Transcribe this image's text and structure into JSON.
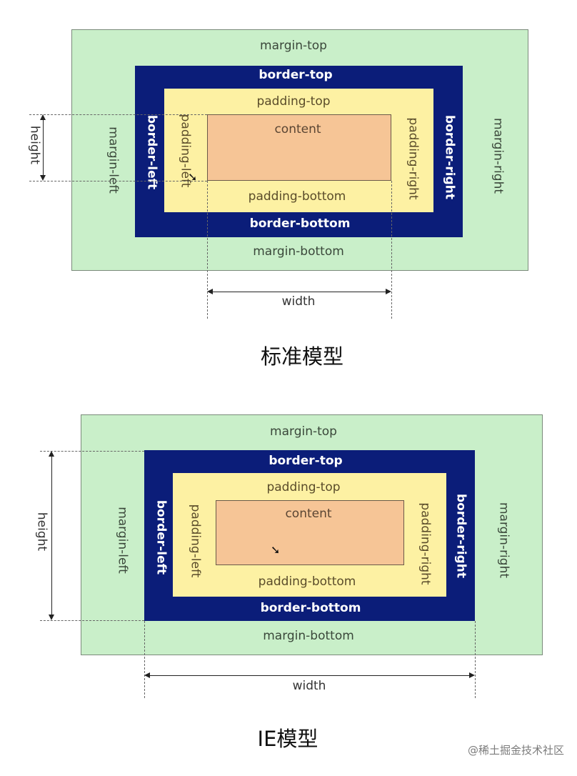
{
  "diagrams": [
    {
      "labels": {
        "margin_top": "margin-top",
        "margin_bottom": "margin-bottom",
        "margin_left": "margin-left",
        "margin_right": "margin-right",
        "border_top": "border-top",
        "border_bottom": "border-bottom",
        "border_left": "border-left",
        "border_right": "border-right",
        "padding_top": "padding-top",
        "padding_bottom": "padding-bottom",
        "padding_left": "padding-left",
        "padding_right": "padding-right",
        "content": "content",
        "height": "height",
        "width": "width"
      },
      "caption": "标准模型"
    },
    {
      "labels": {
        "margin_top": "margin-top",
        "margin_bottom": "margin-bottom",
        "margin_left": "margin-left",
        "margin_right": "margin-right",
        "border_top": "border-top",
        "border_bottom": "border-bottom",
        "border_left": "border-left",
        "border_right": "border-right",
        "padding_top": "padding-top",
        "padding_bottom": "padding-bottom",
        "padding_left": "padding-left",
        "padding_right": "padding-right",
        "content": "content",
        "height": "height",
        "width": "width"
      },
      "caption": "IE模型"
    }
  ],
  "colors": {
    "margin": "#c9efc9",
    "border": "#0b1d79",
    "padding": "#fdf1a3",
    "content": "#f6c596"
  },
  "watermark": "@稀土掘金技术社区"
}
